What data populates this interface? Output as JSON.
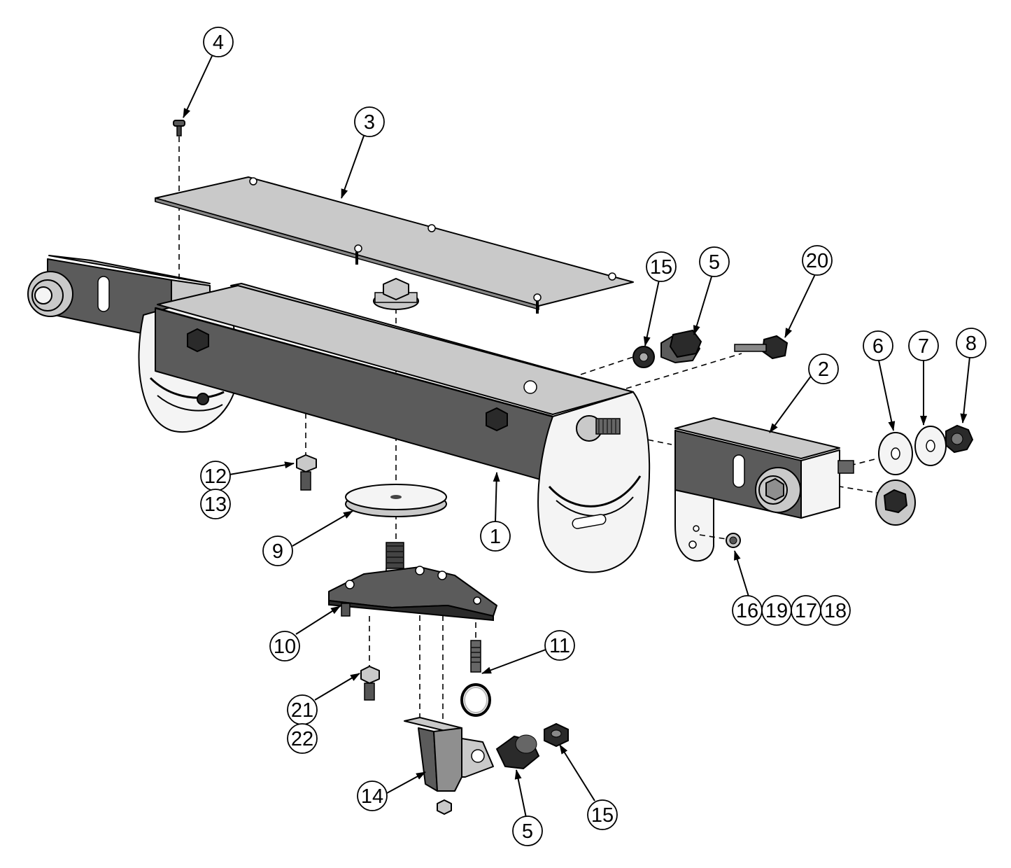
{
  "callouts": [
    {
      "id": "c4",
      "label": "4"
    },
    {
      "id": "c3",
      "label": "3"
    },
    {
      "id": "c15a",
      "label": "15"
    },
    {
      "id": "c5a",
      "label": "5"
    },
    {
      "id": "c20",
      "label": "20"
    },
    {
      "id": "c6",
      "label": "6"
    },
    {
      "id": "c7",
      "label": "7"
    },
    {
      "id": "c8",
      "label": "8"
    },
    {
      "id": "c2",
      "label": "2"
    },
    {
      "id": "c12",
      "label": "12"
    },
    {
      "id": "c13",
      "label": "13"
    },
    {
      "id": "c9",
      "label": "9"
    },
    {
      "id": "c1",
      "label": "1"
    },
    {
      "id": "c16",
      "label": "16"
    },
    {
      "id": "c19",
      "label": "19"
    },
    {
      "id": "c17",
      "label": "17"
    },
    {
      "id": "c18",
      "label": "18"
    },
    {
      "id": "c10",
      "label": "10"
    },
    {
      "id": "c11",
      "label": "11"
    },
    {
      "id": "c21",
      "label": "21"
    },
    {
      "id": "c22",
      "label": "22"
    },
    {
      "id": "c14",
      "label": "14"
    },
    {
      "id": "c5b",
      "label": "5"
    },
    {
      "id": "c15b",
      "label": "15"
    }
  ]
}
